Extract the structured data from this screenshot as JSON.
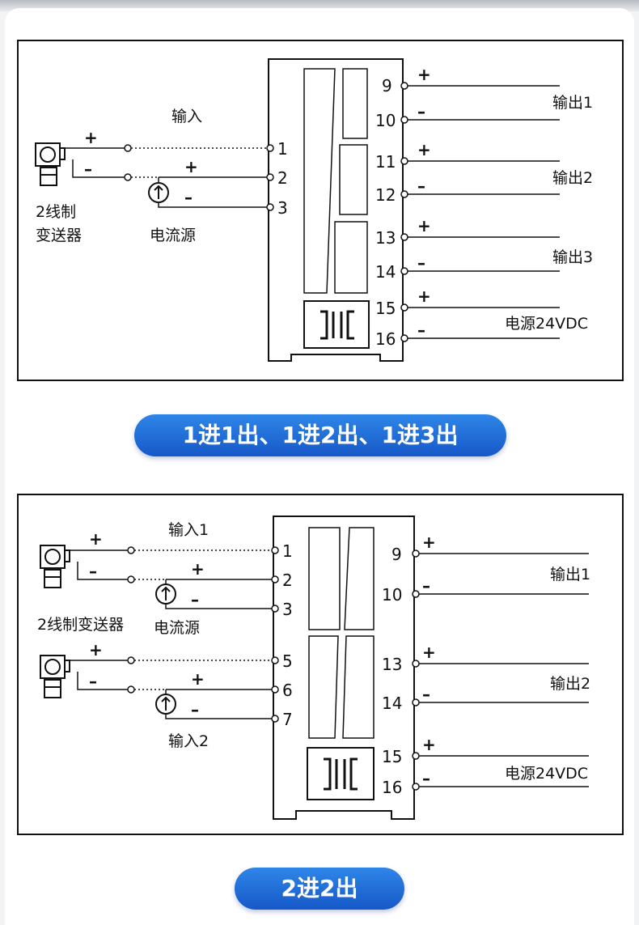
{
  "diagram1": {
    "input_label": "输入",
    "transmitter_label_line1": "2线制",
    "transmitter_label_line2": "变送器",
    "current_source_label": "电流源",
    "input_terminals": [
      "1",
      "2",
      "3"
    ],
    "output_terminals": [
      "9",
      "10",
      "11",
      "12",
      "13",
      "14",
      "15",
      "16"
    ],
    "outputs": [
      "输出1",
      "输出2",
      "输出3"
    ],
    "power_label": "电源24VDC",
    "plus": "+",
    "minus": "–",
    "isolation_symbol": "]|["
  },
  "caption1": "1进1出、1进2出、1进3出",
  "diagram2": {
    "input1_label": "输入1",
    "input2_label": "输入2",
    "transmitter_label": "2线制变送器",
    "current_source_label": "电流源",
    "input_terminals": [
      "1",
      "2",
      "3",
      "5",
      "6",
      "7"
    ],
    "output_terminals": [
      "9",
      "10",
      "13",
      "14",
      "15",
      "16"
    ],
    "outputs": [
      "输出1",
      "输出2"
    ],
    "power_label": "电源24VDC",
    "plus": "+",
    "minus": "–",
    "isolation_symbol": "]|["
  },
  "caption2": "2进2出",
  "colors": {
    "pill": "#1d6bd8",
    "line": "#111111",
    "background": "#ffffff"
  }
}
